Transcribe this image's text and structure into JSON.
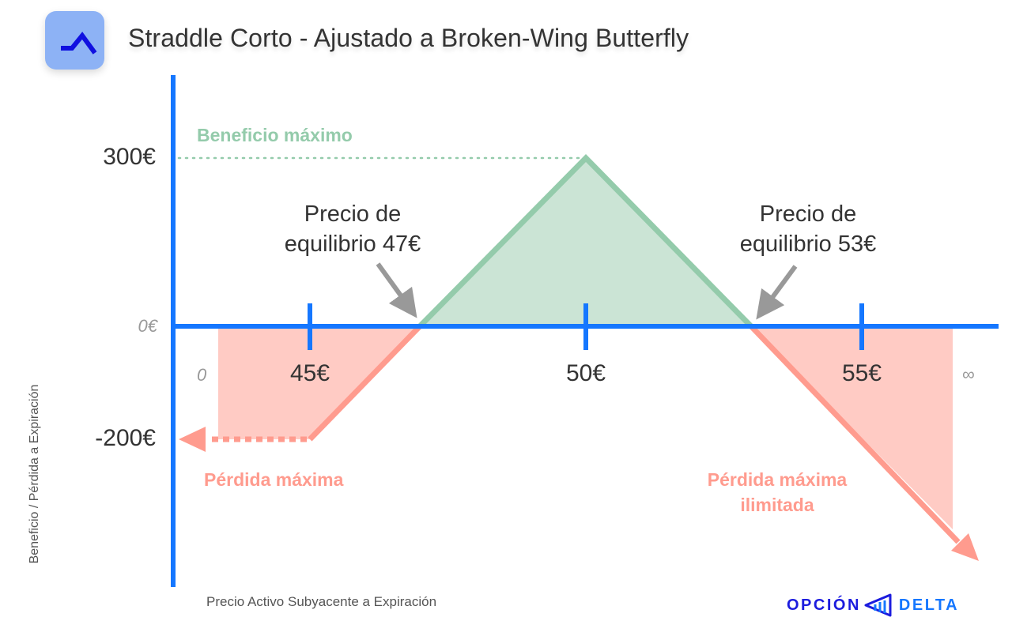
{
  "header": {
    "title": "Straddle Corto - Ajustado a Broken-Wing Butterfly",
    "icon": "payoff-diagram-icon"
  },
  "axes": {
    "y_label": "Beneficio / Pérdida a Expiración",
    "x_label": "Precio Activo Subyacente a Expiración",
    "y_ticks": [
      "300€",
      "0€",
      "-200€"
    ],
    "x_ticks": [
      "45€",
      "50€",
      "55€"
    ],
    "x_start": "0",
    "x_end": "∞"
  },
  "annotations": {
    "max_profit": "Beneficio máximo",
    "breakeven_low_line1": "Precio de",
    "breakeven_low_line2": "equilibrio 47€",
    "breakeven_high_line1": "Precio de",
    "breakeven_high_line2": "equilibrio 53€",
    "max_loss": "Pérdida máxima",
    "unlimited_loss_line1": "Pérdida máxima",
    "unlimited_loss_line2": "ilimitada"
  },
  "colors": {
    "axis": "#1577ff",
    "profit_line": "#94cbab",
    "profit_fill": "#cbe4d5",
    "loss_line": "#ff9b8e",
    "loss_fill": "#ffcbc4",
    "arrow_gray": "#999999"
  },
  "brand": {
    "left": "OPCIÓN",
    "right": "DELTA"
  },
  "chart_data": {
    "type": "line",
    "title": "Straddle Corto - Ajustado a Broken-Wing Butterfly",
    "xlabel": "Precio Activo Subyacente a Expiración",
    "ylabel": "Beneficio / Pérdida a Expiración",
    "x": [
      0,
      45,
      47,
      50,
      53,
      55,
      58
    ],
    "y": [
      -200,
      -200,
      0,
      300,
      0,
      -200,
      -500
    ],
    "x_tick_labels": [
      "0",
      "45€",
      "50€",
      "55€",
      "∞"
    ],
    "y_tick_labels": [
      "300€",
      "0€",
      "-200€"
    ],
    "breakevens": [
      47,
      53
    ],
    "max_profit": 300,
    "max_loss_downside": -200,
    "max_loss_upside": "unlimited",
    "annotations": [
      "Beneficio máximo",
      "Precio de equilibrio 47€",
      "Precio de equilibrio 53€",
      "Pérdida máxima",
      "Pérdida máxima ilimitada"
    ],
    "grid": false,
    "legend": "none"
  }
}
